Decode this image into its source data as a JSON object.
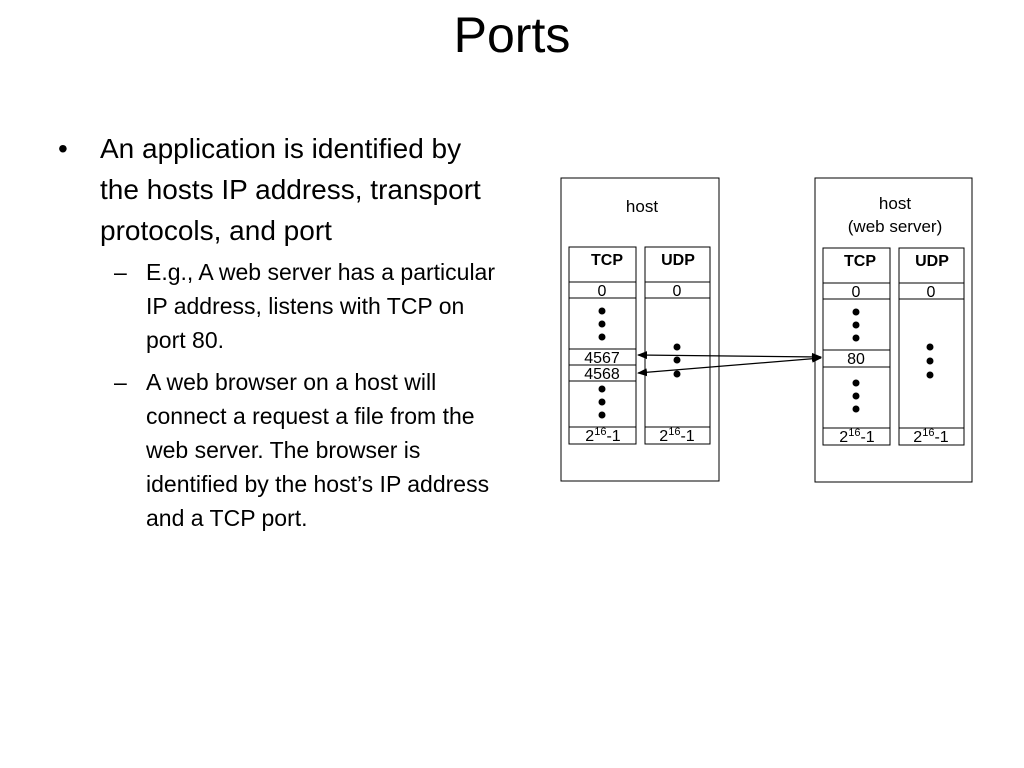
{
  "slide": {
    "title": "Ports",
    "bullet": {
      "text": "An application is identified by the hosts IP address, transport protocols, and port",
      "subs": [
        "E.g., A web server has a particular IP address, listens with TCP on port 80.",
        "A web browser on a host will connect a request a file from the web server. The browser is identified by the host’s IP address and a TCP port."
      ]
    }
  },
  "diagram": {
    "client": {
      "label": "host",
      "tcp": {
        "header": "TCP",
        "first": "0",
        "ports": [
          "4567",
          "4568"
        ],
        "last_base": "2",
        "last_exp": "16",
        "last_suffix": "-1"
      },
      "udp": {
        "header": "UDP",
        "first": "0",
        "last_base": "2",
        "last_exp": "16",
        "last_suffix": "-1"
      }
    },
    "server": {
      "label": "host",
      "sublabel": "(web server)",
      "tcp": {
        "header": "TCP",
        "first": "0",
        "port": "80",
        "last_base": "2",
        "last_exp": "16",
        "last_suffix": "-1"
      },
      "udp": {
        "header": "UDP",
        "first": "0",
        "last_base": "2",
        "last_exp": "16",
        "last_suffix": "-1"
      }
    }
  }
}
